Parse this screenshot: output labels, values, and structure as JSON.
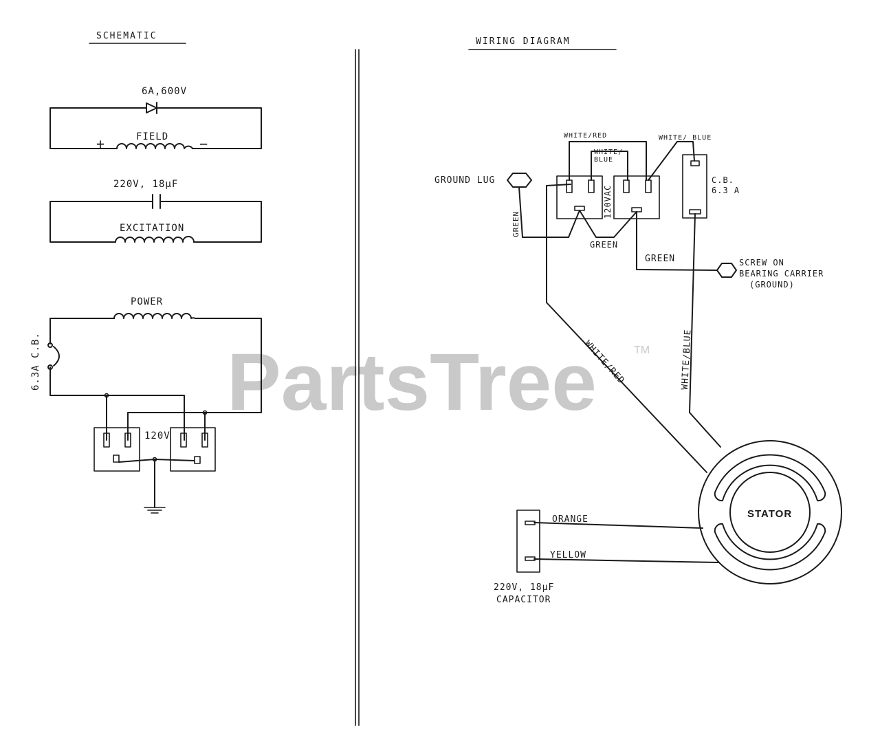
{
  "headings": {
    "schematic": "SCHEMATIC",
    "wiring": "WIRING DIAGRAM"
  },
  "schematic": {
    "diode": "6A,600V",
    "field": "FIELD",
    "plus": "+",
    "minus": "−",
    "capacitor": "220V, 18µF",
    "excitation": "EXCITATION",
    "power": "POWER",
    "breaker": "6.3A C.B.",
    "outlet_voltage": "120V"
  },
  "wiring": {
    "white_red_top": "WHITE/RED",
    "white_blue_mid_1": "WHITE/",
    "white_blue_mid_2": "BLUE",
    "white_blue_top": "WHITE/ BLUE",
    "ground_lug": "GROUND LUG",
    "receptacle": "120VAC",
    "cb_1": "C.B.",
    "cb_2": "6.3 A",
    "green_left": "GREEN",
    "green_mid": "GREEN",
    "green_right": "GREEN",
    "screw_1": "SCREW ON",
    "screw_2": "BEARING CARRIER",
    "screw_3": "(GROUND)",
    "white_red_long": "WHITE/RED",
    "white_blue_long": "WHITE/BLUE",
    "stator": "STATOR",
    "orange": "ORANGE",
    "yellow": "YELLOW",
    "cap_1": "220V, 18µF",
    "cap_2": "CAPACITOR"
  },
  "watermark": {
    "text": "PartsTree",
    "tm": "TM"
  }
}
